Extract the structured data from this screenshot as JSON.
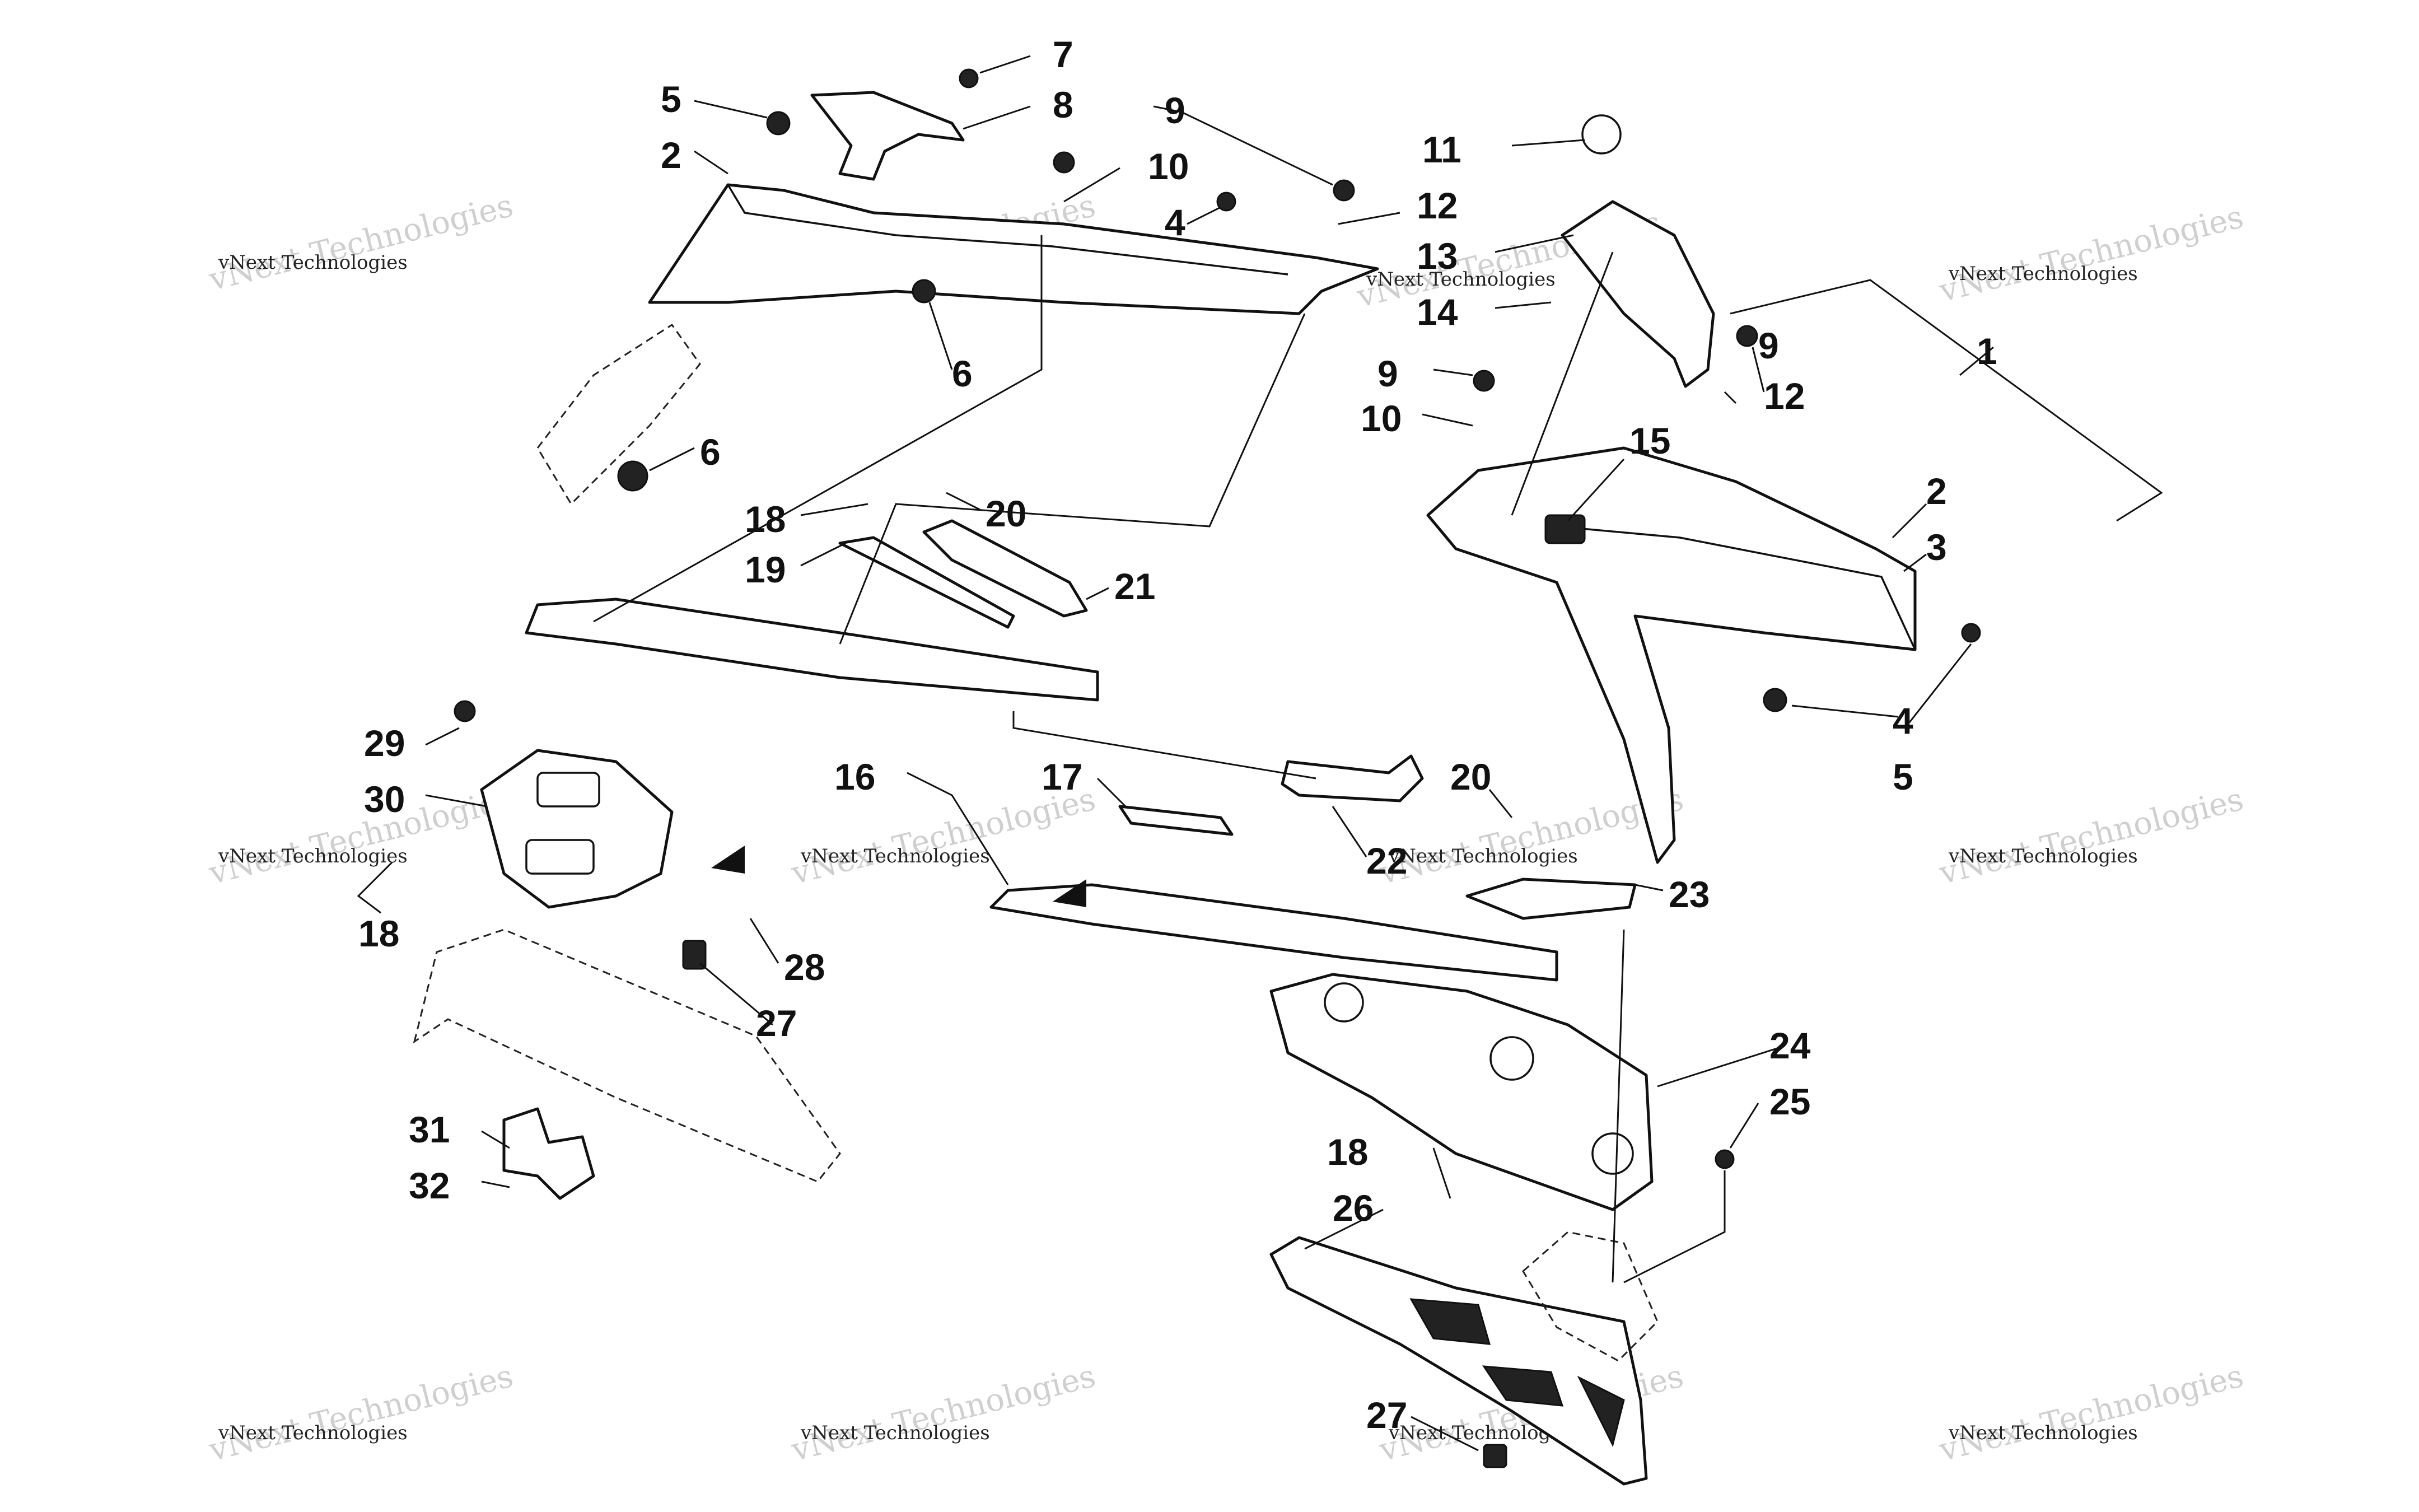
{
  "callouts": [
    {
      "n": "1"
    },
    {
      "n": "2"
    },
    {
      "n": "2"
    },
    {
      "n": "3"
    },
    {
      "n": "4"
    },
    {
      "n": "4"
    },
    {
      "n": "5"
    },
    {
      "n": "5"
    },
    {
      "n": "6"
    },
    {
      "n": "6"
    },
    {
      "n": "7"
    },
    {
      "n": "8"
    },
    {
      "n": "9"
    },
    {
      "n": "9"
    },
    {
      "n": "9"
    },
    {
      "n": "10"
    },
    {
      "n": "10"
    },
    {
      "n": "11"
    },
    {
      "n": "12"
    },
    {
      "n": "12"
    },
    {
      "n": "13"
    },
    {
      "n": "14"
    },
    {
      "n": "15"
    },
    {
      "n": "16"
    },
    {
      "n": "17"
    },
    {
      "n": "18"
    },
    {
      "n": "18"
    },
    {
      "n": "18"
    },
    {
      "n": "19"
    },
    {
      "n": "20"
    },
    {
      "n": "20"
    },
    {
      "n": "21"
    },
    {
      "n": "22"
    },
    {
      "n": "23"
    },
    {
      "n": "24"
    },
    {
      "n": "25"
    },
    {
      "n": "26"
    },
    {
      "n": "27"
    },
    {
      "n": "27"
    },
    {
      "n": "28"
    },
    {
      "n": "29"
    },
    {
      "n": "30"
    },
    {
      "n": "31"
    },
    {
      "n": "32"
    }
  ],
  "watermark": {
    "line1": "vNext Technologies",
    "line2": "vNext Technologies"
  }
}
